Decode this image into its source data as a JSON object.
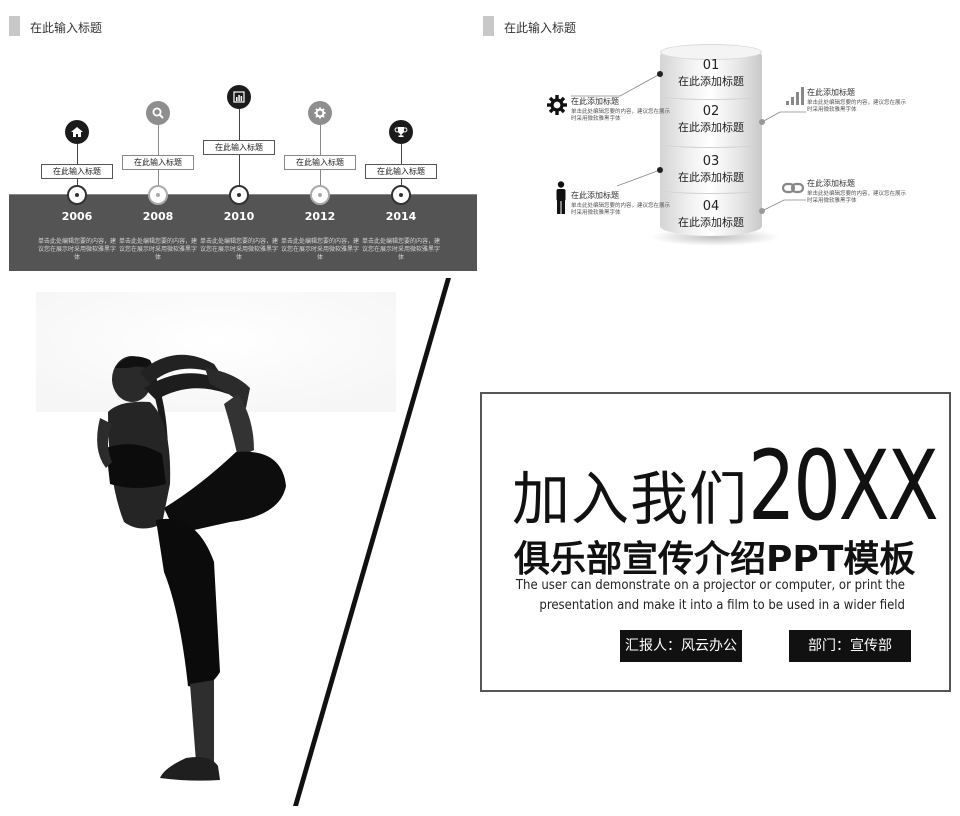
{
  "timeline_slide": {
    "title": "在此输入标题",
    "items": [
      {
        "icon": "home-icon",
        "label": "在此输入标题",
        "year": "2006",
        "desc": "单击此处编辑您要的内容，建议您在展示时采用微软雅黑字体"
      },
      {
        "icon": "search-icon",
        "label": "在此输入标题",
        "year": "2008",
        "desc": "单击此处编辑您要的内容，建议您在展示时采用微软雅黑字体"
      },
      {
        "icon": "bar-chart-icon",
        "label": "在此输入标题",
        "year": "2010",
        "desc": "单击此处编辑您要的内容，建议您在展示时采用微软雅黑字体"
      },
      {
        "icon": "gear-icon",
        "label": "在此输入标题",
        "year": "2012",
        "desc": "单击此处编辑您要的内容，建议您在展示时采用微软雅黑字体"
      },
      {
        "icon": "trophy-icon",
        "label": "在此输入标题",
        "year": "2014",
        "desc": "单击此处编辑您要的内容，建议您在展示时采用微软雅黑字体"
      }
    ]
  },
  "cylinder_slide": {
    "title": "在此输入标题",
    "segments": [
      {
        "num": "01",
        "text": "在此添加标题"
      },
      {
        "num": "02",
        "text": "在此添加标题"
      },
      {
        "num": "03",
        "text": "在此添加标题"
      },
      {
        "num": "04",
        "text": "在此添加标题"
      }
    ],
    "left_blocks": [
      {
        "icon": "gear-icon",
        "title": "在此添加标题",
        "desc": "单击此处编辑您要的内容，建议您在展示时采用微软雅黑字体"
      },
      {
        "icon": "person-icon",
        "title": "在此添加标题",
        "desc": "单击此处编辑您要的内容，建议您在展示时采用微软雅黑字体"
      }
    ],
    "right_blocks": [
      {
        "icon": "signal-bars-icon",
        "title": "在此添加标题",
        "desc": "单击此处编辑您要的内容，建议您在展示时采用微软雅黑字体"
      },
      {
        "icon": "link-icon",
        "title": "在此添加标题",
        "desc": "单击此处编辑您要的内容，建议您在展示时采用微软雅黑字体"
      }
    ]
  },
  "cover_slide": {
    "main_cn": "加入我们",
    "main_year": "20XX",
    "subtitle": "俱乐部宣传介绍PPT模板",
    "en_line1": "The user can demonstrate on a projector or computer, or print the",
    "en_line2": "presentation and make it into a film to be used in a wider field",
    "reporter": "汇报人：风云办公",
    "department": "部门：宣传部"
  }
}
